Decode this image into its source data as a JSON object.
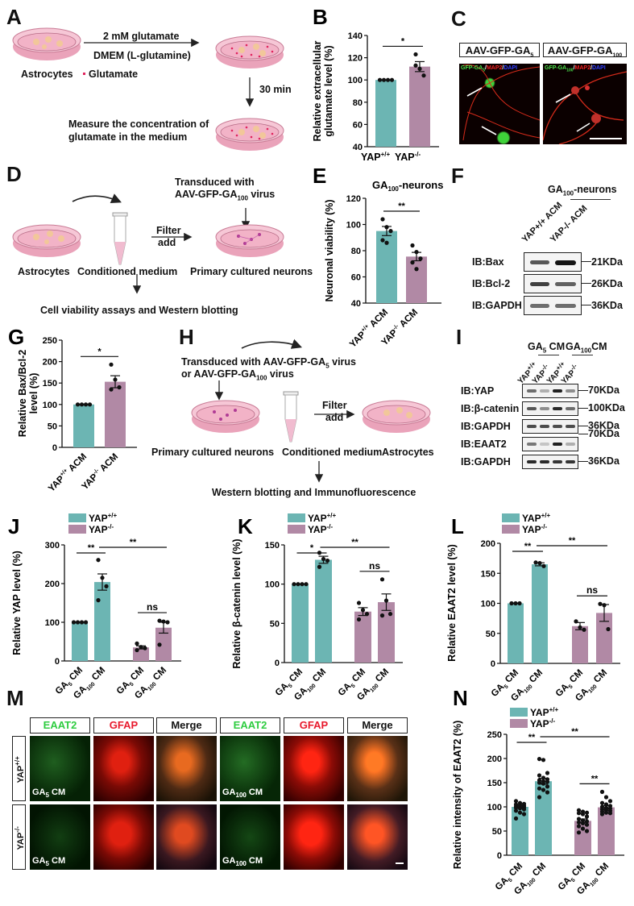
{
  "colors": {
    "teal": "#6cb5b3",
    "mauve": "#b189a5",
    "dish_pink": "#f0b6c8",
    "dish_rim": "#e59ab3",
    "glutamate_dot": "#e0245e",
    "neuron": "#b03b95"
  },
  "panels": {
    "A": {
      "label": "A",
      "left_caption": "Astrocytes",
      "arrow_top": "2 mM glutamate",
      "arrow_bottom": "DMEM (L-glutamine)",
      "legend": "Glutamate",
      "time": "30 min",
      "measure_line1": "Measure the concentration of",
      "measure_line2": "glutamate in the medium"
    },
    "C": {
      "label": "C",
      "col1": "AAV-GFP-GA",
      "col1_sub": "5",
      "col2": "AAV-GFP-GA",
      "col2_sub": "100",
      "stain1_gfp": "GFP-GA",
      "stain1_sub": "5",
      "stain2_sub": "100",
      "stain_map2": "MAP2",
      "stain_dapi": "DAPI",
      "sep": "/"
    },
    "D": {
      "label": "D",
      "transduced_line1": "Transduced with",
      "transduced_line2": "AAV-GFP-GA",
      "transduced_sub": "100",
      "transduced_tail": " virus",
      "filter": "Filter",
      "add": "add",
      "captions": [
        "Astrocytes",
        "Conditioned medium",
        "Primary cultured neurons"
      ],
      "bottom": "Cell viability assays and Western blotting"
    },
    "F": {
      "label": "F",
      "title": "GA",
      "title_sub": "100",
      "title_tail": "-neurons",
      "lanes": [
        "YAP+/+ ACM",
        "YAP-/- ACM"
      ],
      "rows": [
        {
          "name": "IB:Bax",
          "kda": "21KDa"
        },
        {
          "name": "IB:Bcl-2",
          "kda": "26KDa"
        },
        {
          "name": "IB:GAPDH",
          "kda": "36KDa"
        }
      ]
    },
    "H": {
      "label": "H",
      "line1": "Transduced with  AAV-GFP-GA",
      "line1_sub": "5",
      "line1_tail": " virus",
      "line2": "or AAV-GFP-GA",
      "line2_sub": "100",
      "line2_tail": " virus",
      "filter": "Filter",
      "add": "add",
      "captions": [
        "Primary cultured neurons",
        "Conditioned medium",
        "Astrocytes"
      ],
      "bottom": "Western blotting and Immunofluorescence"
    },
    "I": {
      "label": "I",
      "group1": "GA",
      "group1_sub": "5",
      "group1_tail": " CM",
      "group2": "GA",
      "group2_sub": "100",
      "group2_tail": "CM",
      "lanes": [
        "YAP+/+",
        "YAP-/-",
        "YAP+/+",
        "YAP-/-"
      ],
      "rows": [
        {
          "name": "IB:YAP",
          "kda": "70KDa"
        },
        {
          "name": "IB:β-catenin",
          "kda": "100KDa"
        },
        {
          "name": "IB:GAPDH",
          "kda": "36KDa"
        },
        {
          "name": "IB:EAAT2",
          "kda": "70KDa"
        },
        {
          "name": "IB:GAPDH",
          "kda": "36KDa"
        }
      ]
    },
    "M": {
      "label": "M",
      "headers": [
        "EAAT2",
        "GFAP",
        "Merge",
        "EAAT2",
        "GFAP",
        "Merge"
      ],
      "header_colors": [
        "#2ecc40",
        "#e8192c",
        "#111111",
        "#2ecc40",
        "#e8192c",
        "#111111"
      ],
      "rows": [
        "YAP+/+",
        "YAP-/-"
      ],
      "tag_left": "GA",
      "tag_left_sub": "5",
      "tag_right_sub": "100",
      "tag_tail": " CM"
    }
  },
  "chart_data": [
    {
      "panel": "B",
      "type": "bar",
      "categories": [
        "YAP+/+",
        "YAP-/-"
      ],
      "values": [
        100,
        112
      ],
      "errors": [
        0,
        4.5
      ],
      "points": [
        [
          100,
          100,
          100,
          100
        ],
        [
          123,
          110,
          104,
          113
        ]
      ],
      "ylabel": "Relative extracellular glutamate level (%)",
      "ylim": [
        40,
        140
      ],
      "yticks": [
        40,
        60,
        80,
        100,
        120,
        140
      ],
      "significance": [
        {
          "from": 0,
          "to": 1,
          "label": "*"
        }
      ]
    },
    {
      "panel": "E",
      "type": "bar",
      "title": "GA100-neurons",
      "categories": [
        "YAP+/+ ACM",
        "YAP-/- ACM"
      ],
      "values": [
        95,
        75.5
      ],
      "errors": [
        3.5,
        3.2
      ],
      "points": [
        [
          104,
          98,
          95,
          88,
          86
        ],
        [
          84,
          79,
          74,
          71,
          66
        ]
      ],
      "ylabel": "Neuronal viability (%)",
      "ylim": [
        40,
        120
      ],
      "yticks": [
        40,
        60,
        80,
        100,
        120
      ],
      "significance": [
        {
          "from": 0,
          "to": 1,
          "label": "**"
        }
      ]
    },
    {
      "panel": "G",
      "type": "bar",
      "categories": [
        "YAP+/+ ACM",
        "YAP-/- ACM"
      ],
      "values": [
        100,
        153
      ],
      "errors": [
        0,
        14
      ],
      "points": [
        [
          100,
          100,
          100,
          100
        ],
        [
          193,
          158,
          140,
          135
        ]
      ],
      "ylabel": "Relative Bax/Bcl-2 level (%)",
      "ylim": [
        0,
        250
      ],
      "yticks": [
        0,
        50,
        100,
        150,
        200,
        250
      ],
      "significance": [
        {
          "from": 0,
          "to": 1,
          "label": "*"
        }
      ]
    },
    {
      "panel": "J",
      "type": "bar",
      "categories": [
        "GA5 CM",
        "GA100 CM",
        "GA5 CM",
        "GA100 CM"
      ],
      "series": [
        {
          "name": "YAP+/+",
          "bars": [
            0,
            1
          ]
        },
        {
          "name": "YAP-/-",
          "bars": [
            2,
            3
          ]
        }
      ],
      "values": [
        100,
        204,
        35,
        86
      ],
      "errors": [
        0,
        21,
        4,
        14
      ],
      "points": [
        [
          100,
          100,
          100,
          100
        ],
        [
          261,
          215,
          193,
          157
        ],
        [
          45,
          36,
          33,
          28
        ],
        [
          104,
          102,
          100,
          42
        ]
      ],
      "ylabel": "Relative YAP level (%)",
      "ylim": [
        0,
        300
      ],
      "yticks": [
        0,
        100,
        200,
        300
      ],
      "legend": [
        "YAP+/+",
        "YAP-/-"
      ],
      "significance": [
        {
          "from": 0,
          "to": 1,
          "label": "**"
        },
        {
          "from": 1,
          "to": 3,
          "label": "**"
        },
        {
          "from": 2,
          "to": 3,
          "label": "ns"
        }
      ]
    },
    {
      "panel": "K",
      "type": "bar",
      "categories": [
        "GA5 CM",
        "GA100 CM",
        "GA5 CM",
        "GA100 CM"
      ],
      "series": [
        {
          "name": "YAP+/+",
          "bars": [
            0,
            1
          ]
        },
        {
          "name": "YAP-/-",
          "bars": [
            2,
            3
          ]
        }
      ],
      "values": [
        100,
        131,
        65,
        77
      ],
      "errors": [
        0,
        4.5,
        5,
        10.5
      ],
      "points": [
        [
          100,
          100,
          100,
          100
        ],
        [
          140,
          132,
          130,
          122
        ],
        [
          76,
          67,
          62,
          55
        ],
        [
          106,
          79,
          62,
          60
        ]
      ],
      "ylabel": "Relative β-catenin level (%)",
      "ylim": [
        0,
        150
      ],
      "yticks": [
        0,
        50,
        100,
        150
      ],
      "legend": [
        "YAP+/+",
        "YAP-/-"
      ],
      "significance": [
        {
          "from": 0,
          "to": 1,
          "label": "*"
        },
        {
          "from": 1,
          "to": 3,
          "label": "**"
        },
        {
          "from": 2,
          "to": 3,
          "label": "ns"
        }
      ]
    },
    {
      "panel": "L",
      "type": "bar",
      "categories": [
        "GA5 CM",
        "GA100 CM",
        "GA5 CM",
        "GA100 CM"
      ],
      "series": [
        {
          "name": "YAP+/+",
          "bars": [
            0,
            1
          ]
        },
        {
          "name": "YAP-/-",
          "bars": [
            2,
            3
          ]
        }
      ],
      "values": [
        100,
        165,
        62,
        84
      ],
      "errors": [
        0,
        2.5,
        6,
        14
      ],
      "points": [
        [
          100,
          100,
          100
        ],
        [
          168,
          167,
          162
        ],
        [
          70,
          60,
          56
        ],
        [
          99,
          97,
          57
        ]
      ],
      "ylabel": "Relative EAAT2 level (%)",
      "ylim": [
        0,
        200
      ],
      "yticks": [
        0,
        50,
        100,
        150,
        200
      ],
      "legend": [
        "YAP+/+",
        "YAP-/-"
      ],
      "significance": [
        {
          "from": 0,
          "to": 1,
          "label": "**"
        },
        {
          "from": 1,
          "to": 3,
          "label": "**"
        },
        {
          "from": 2,
          "to": 3,
          "label": "ns"
        }
      ]
    },
    {
      "panel": "N",
      "type": "bar",
      "categories": [
        "GA5 CM",
        "GA100 CM",
        "GA5 CM",
        "GA100 CM"
      ],
      "series": [
        {
          "name": "YAP+/+",
          "bars": [
            0,
            1
          ]
        },
        {
          "name": "YAP-/-",
          "bars": [
            2,
            3
          ]
        }
      ],
      "values": [
        100,
        153,
        71,
        99
      ],
      "errors": [
        3,
        6,
        4,
        3.5
      ],
      "points": [
        [
          112,
          108,
          106,
          105,
          104,
          102,
          101,
          100,
          99,
          98,
          97,
          95,
          92,
          88,
          85,
          76
        ],
        [
          199,
          197,
          170,
          165,
          160,
          157,
          155,
          153,
          152,
          150,
          148,
          142,
          138,
          135,
          130,
          120
        ],
        [
          93,
          90,
          88,
          87,
          85,
          80,
          75,
          72,
          70,
          68,
          66,
          63,
          60,
          55,
          50,
          47
        ],
        [
          131,
          120,
          112,
          108,
          105,
          102,
          100,
          98,
          97,
          95,
          93,
          92,
          90,
          88,
          87,
          85
        ]
      ],
      "ylabel": "Relative intensity of EAAT2 (%)",
      "ylim": [
        0,
        250
      ],
      "yticks": [
        0,
        50,
        100,
        150,
        200,
        250
      ],
      "legend": [
        "YAP+/+",
        "YAP-/-"
      ],
      "significance": [
        {
          "from": 0,
          "to": 1,
          "label": "**"
        },
        {
          "from": 1,
          "to": 3,
          "label": "**"
        },
        {
          "from": 2,
          "to": 3,
          "label": "**"
        }
      ]
    }
  ]
}
